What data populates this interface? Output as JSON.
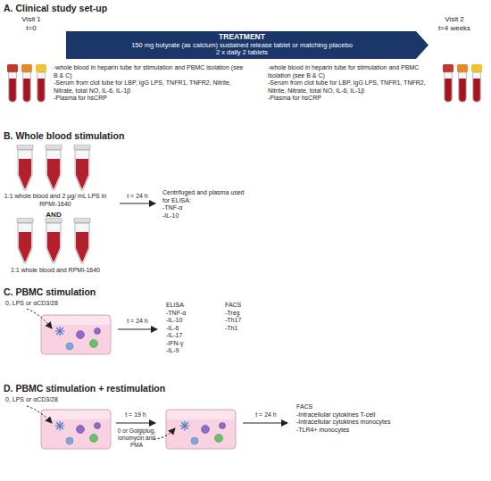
{
  "diagram": {
    "nodes": [
      {
        "text": [
          "TREATMENT",
          "150 mg butyrate (as calcium) sustained release tablet or matching placebo",
          "2 x daily 2 tablets"
        ]
      }
    ],
    "labels": [
      "A. Clinical study set-up",
      "Visit 1",
      "t=0",
      "Visit 2",
      "t=4 weeks",
      "-whole blood in heparin tube for stimulation and PBMC isolation (see B & C)",
      "-Serum from clot tube for LBP, IgG LPS, TNFR1, TNFR2, Nitrite, Nitrate, total NO, IL-6, IL-1β",
      "-Plasma for hsCRP",
      "-whole blood in heparin tube for stimulation and PBMC isolation (see B & C)",
      "-Serum from clot tube for LBP, IgG LPS, TNFR1, TNFR2, Nitrite, Nitrate, total NO, IL-6, IL-1β",
      "-Plasma for hsCRP",
      "B. Whole blood stimulation",
      "1:1 whole blood and 2 μg/ mL LPS in RPMI-1640",
      "AND",
      "1:1 whole blood and RPMI-1640",
      "t = 24 h",
      "Centrifuged and plasma used for ELISA:",
      "-TNF-α",
      "-IL-10",
      "C. PBMC stimulation",
      "0, LPS or αCD3/28",
      "t = 24 h",
      "ELISA",
      "-TNF-α",
      "-IL-10",
      "-IL-6",
      "-IL-17",
      "-IFN-γ",
      "-IL-9",
      "FACS",
      "-Treg",
      "-Th17",
      "-Th1",
      "D. PBMC stimulation + restimulation",
      "0, LPS or αCD3/28",
      "t = 19 h",
      "0 or Golgiplug, ionomycin and PMA",
      "t = 24 h",
      "FACS",
      "-Intracellular cytokines T-cell",
      "-Intracellular cytokines monocytes",
      "-TLR4+ monocytes"
    ]
  }
}
